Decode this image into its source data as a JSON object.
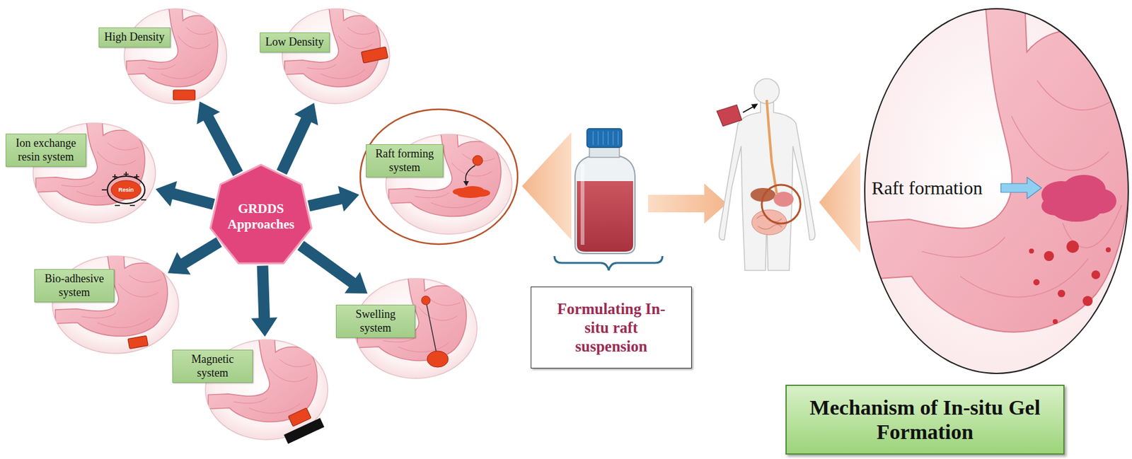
{
  "diagram": {
    "nodes": [
      {
        "text": [
          "High Density"
        ]
      },
      {
        "text": [
          "Low Density"
        ]
      },
      {
        "text": [
          "Ion exchange resin system"
        ]
      },
      {
        "text": [
          "GRDDS Approaches"
        ]
      },
      {
        "text": [
          "Raft forming system"
        ]
      },
      {
        "text": [
          "Bio-adhesive system"
        ]
      },
      {
        "text": [
          "Magnetic system"
        ]
      },
      {
        "text": [
          "Swelling system"
        ]
      },
      {
        "text": [
          "Formulating In-situ raft suspension"
        ]
      },
      {
        "text": [
          "Mechanism of In-situ Gel Formation"
        ]
      }
    ],
    "edges": [
      {
        "from": 3,
        "to": 0,
        "arrow": "to"
      },
      {
        "from": 3,
        "to": 1,
        "arrow": "to"
      },
      {
        "from": 3,
        "to": 2,
        "arrow": "to"
      },
      {
        "from": 3,
        "to": 4,
        "arrow": "to"
      },
      {
        "from": 3,
        "to": 5,
        "arrow": "to"
      },
      {
        "from": 3,
        "to": 6,
        "arrow": "to"
      },
      {
        "from": 3,
        "to": 7,
        "arrow": "to"
      }
    ],
    "labels": [
      "Resin",
      "Raft formation"
    ]
  }
}
